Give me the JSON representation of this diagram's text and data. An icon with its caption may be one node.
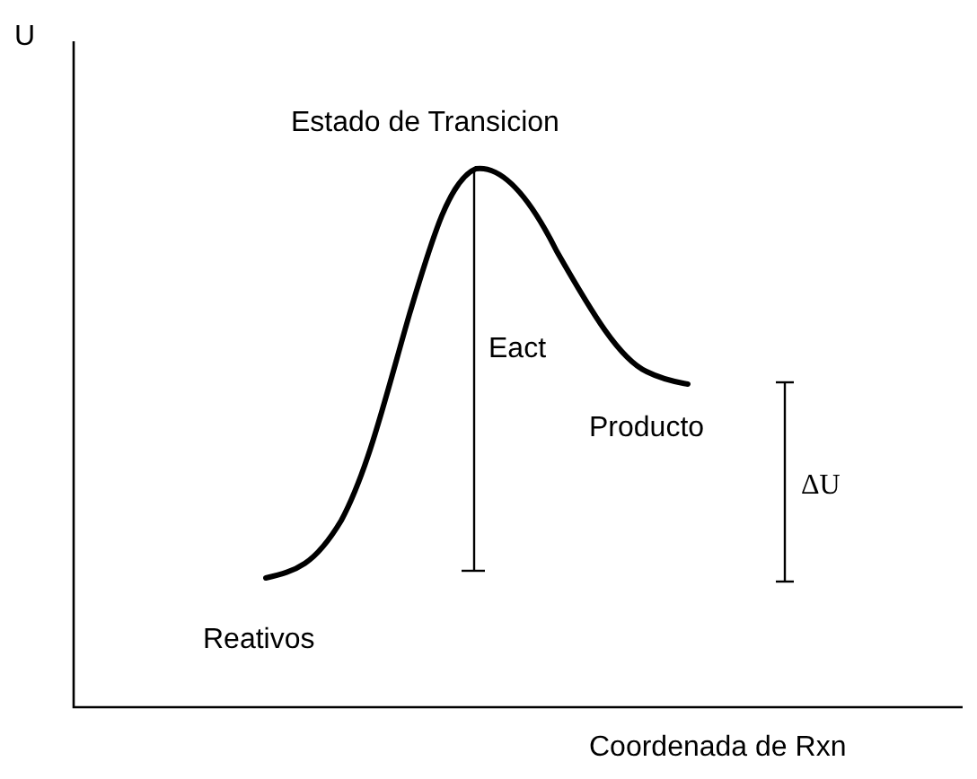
{
  "diagram": {
    "labels": [
      "U",
      "Estado de Transicion",
      "Eact",
      "Producto",
      "ΔU",
      "Reativos",
      "Coordenada de Rxn"
    ]
  }
}
